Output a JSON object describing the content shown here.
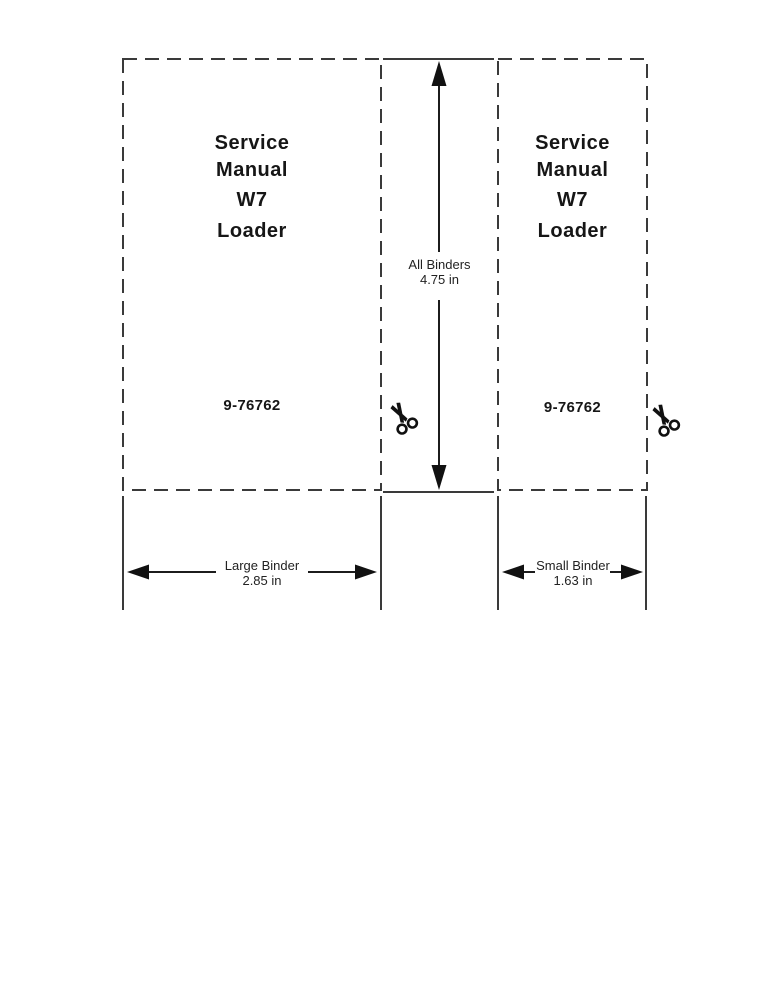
{
  "binder_labels": [
    {
      "title_line1": "Service",
      "title_line2": "Manual",
      "model": "W7",
      "product": "Loader",
      "part_number": "9-76762"
    },
    {
      "title_line1": "Service",
      "title_line2": "Manual",
      "model": "W7",
      "product": "Loader",
      "part_number": "9-76762"
    }
  ],
  "dimensions": {
    "all_binders": {
      "label": "All Binders",
      "value": "4.75 in"
    },
    "large_binder": {
      "label": "Large Binder",
      "value": "2.85 in"
    },
    "small_binder": {
      "label": "Small Binder",
      "value": "1.63 in"
    }
  },
  "icons": {
    "scissors": "scissors-cut-icon"
  },
  "colors": {
    "line": "#3a3a3a",
    "arrow": "#111111",
    "text": "#1a1a1a",
    "background": "#ffffff"
  }
}
